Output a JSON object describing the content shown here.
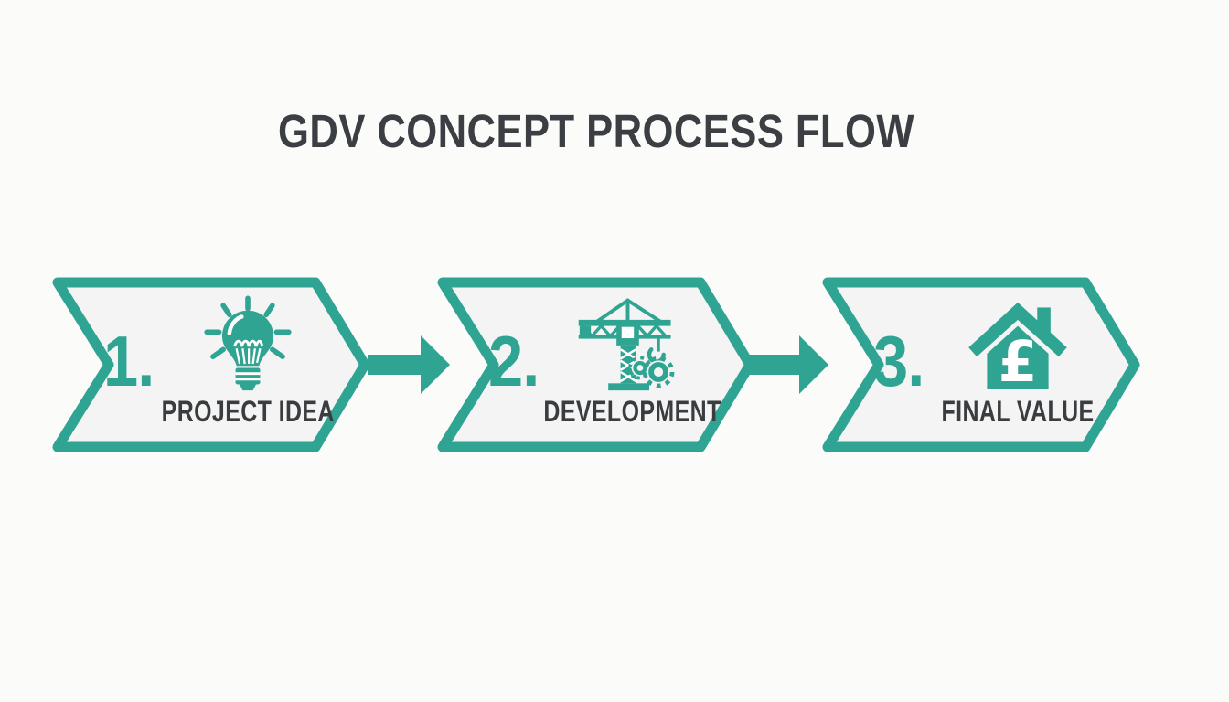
{
  "title": "GDV CONCEPT PROCESS FLOW",
  "steps": [
    {
      "number": "1.",
      "label": "PROJECT IDEA",
      "icon": "lightbulb-icon"
    },
    {
      "number": "2.",
      "label": "DEVELOPMENT",
      "icon": "construction-crane-gears-icon"
    },
    {
      "number": "3.",
      "label": "FINAL VALUE",
      "icon": "house-pound-icon",
      "currency_symbol": "£"
    }
  ],
  "connectors": [
    {
      "icon": "arrow-right-icon"
    },
    {
      "icon": "arrow-right-icon"
    }
  ],
  "colors": {
    "accent_teal": "#2FA492",
    "shape_fill": "#F3F4F3",
    "title_text": "#3B3E42",
    "label_text": "#3A3D40",
    "background": "#FBFBFA",
    "icon_detail": "#FFFFFF"
  }
}
